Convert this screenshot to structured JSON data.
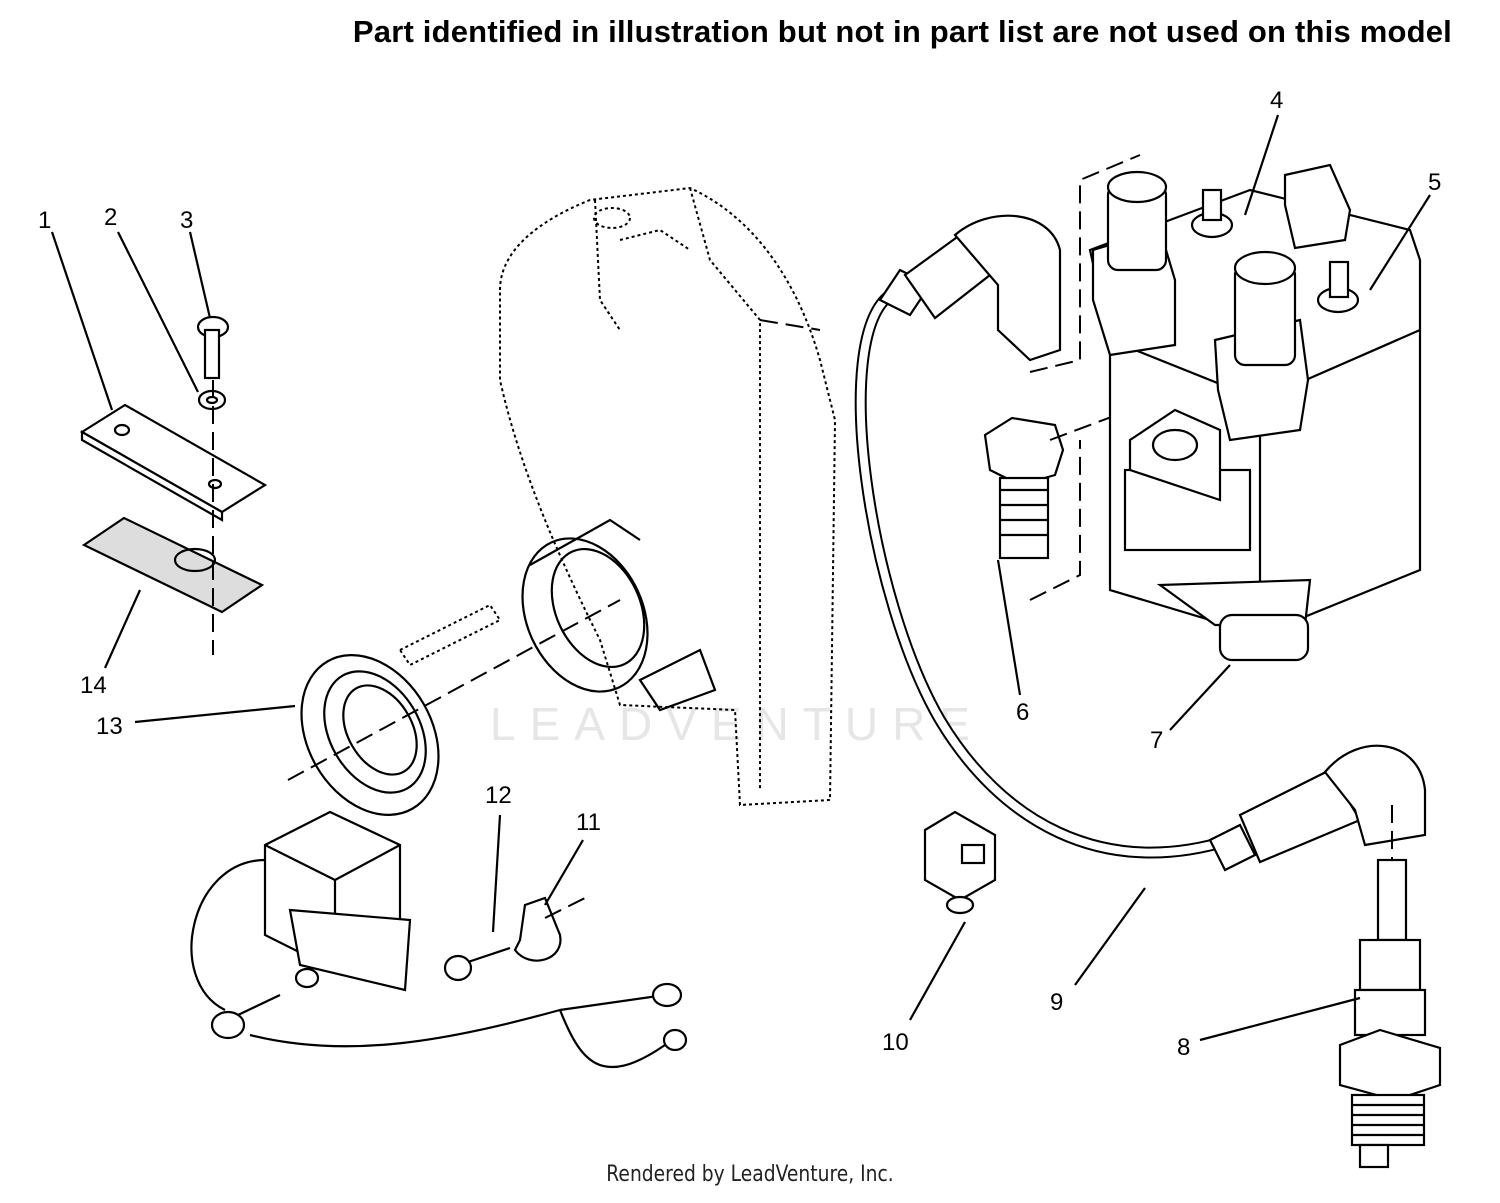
{
  "header": {
    "notice": "Part identified in illustration but not in part list are not used on this model"
  },
  "watermark": {
    "text": "LEADVENTURE"
  },
  "footer": {
    "rendered_by": "Rendered by LeadVenture, Inc."
  },
  "callouts": [
    "1",
    "2",
    "3",
    "4",
    "5",
    "6",
    "7",
    "8",
    "9",
    "10",
    "11",
    "12",
    "13",
    "14"
  ],
  "colors": {
    "line": "#000000",
    "background": "#ffffff",
    "watermark": "#e6e6e6"
  }
}
